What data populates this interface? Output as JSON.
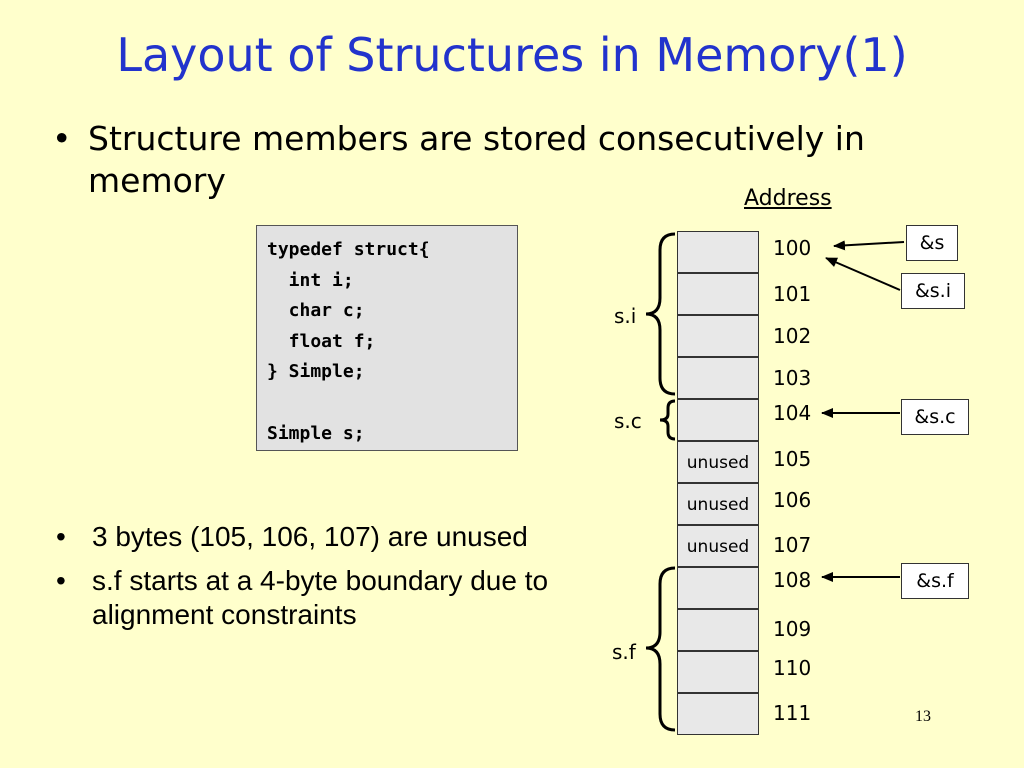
{
  "slide": {
    "title": "Layout of Structures in Memory(1)",
    "bullet_main": "Structure members are stored consecutively in memory",
    "bullet_symbol": "•",
    "code": "typedef struct{\n  int i;\n  char c;\n  float f;\n} Simple;\n\nSimple s;",
    "bullets_lower": [
      "3 bytes (105, 106, 107) are unused",
      "s.f starts at a 4-byte boundary due to alignment constraints"
    ],
    "page_number": "13"
  },
  "memory": {
    "address_header": "Address",
    "cells": [
      {
        "label": ""
      },
      {
        "label": ""
      },
      {
        "label": ""
      },
      {
        "label": ""
      },
      {
        "label": ""
      },
      {
        "label": "unused"
      },
      {
        "label": "unused"
      },
      {
        "label": "unused"
      },
      {
        "label": ""
      },
      {
        "label": ""
      },
      {
        "label": ""
      },
      {
        "label": ""
      }
    ],
    "addresses": [
      "100",
      "101",
      "102",
      "103",
      "104",
      "105",
      "106",
      "107",
      "108",
      "109",
      "110",
      "111"
    ],
    "members": [
      {
        "name": "s.i"
      },
      {
        "name": "s.c"
      },
      {
        "name": "s.f"
      }
    ],
    "pointers": [
      {
        "label": "&s"
      },
      {
        "label": "&s.i"
      },
      {
        "label": "&s.c"
      },
      {
        "label": "&s.f"
      }
    ]
  }
}
